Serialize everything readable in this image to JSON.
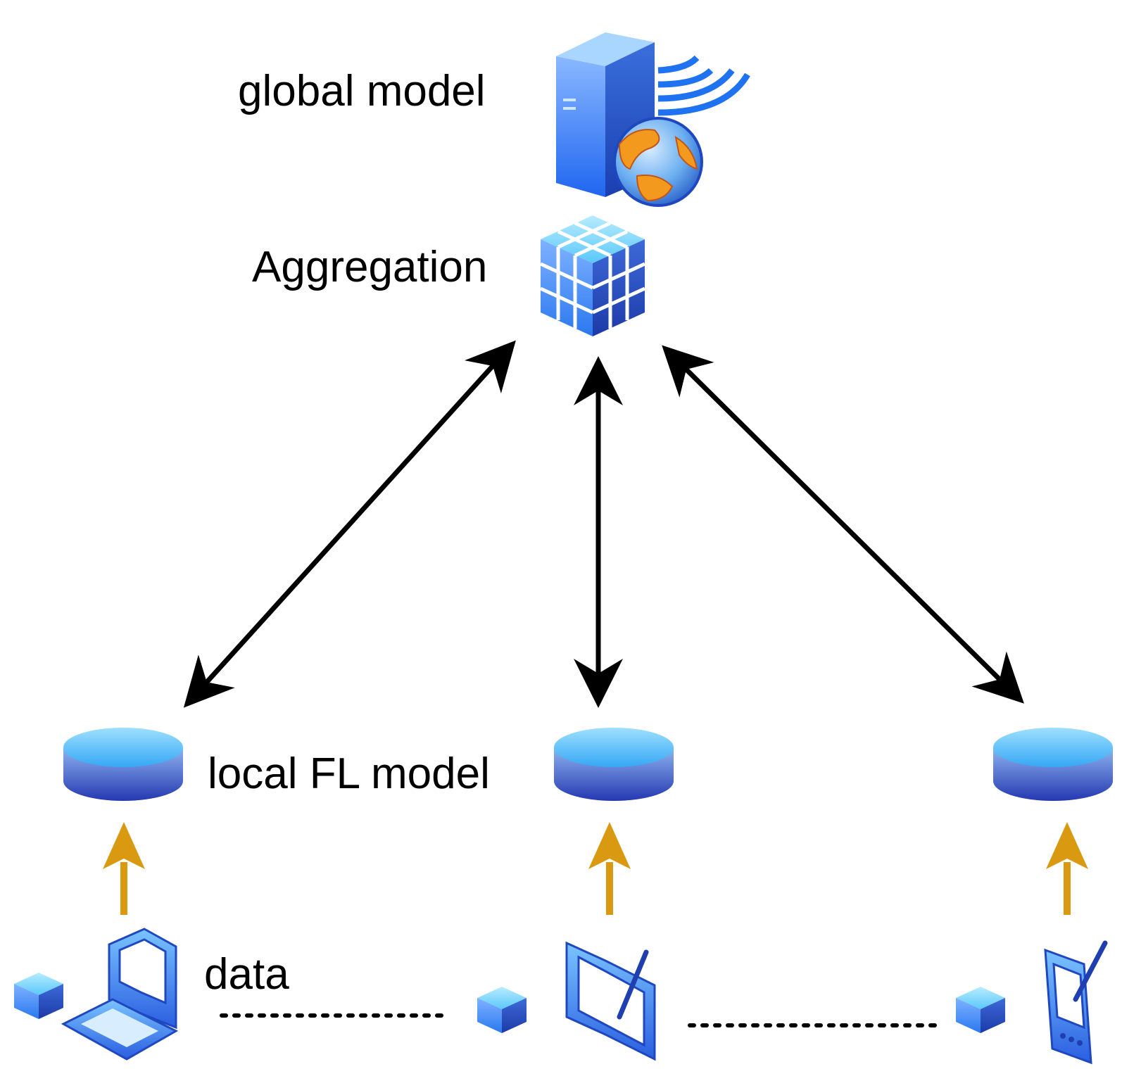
{
  "labels": {
    "global_model": "global model",
    "aggregation": "Aggregation",
    "local_model": "local FL model",
    "data": "data"
  },
  "colors": {
    "icon_blue_light": "#5ac8fa",
    "icon_blue_dark": "#1f3fb0",
    "icon_blue_mid": "#2a78f0",
    "data_arrow": "#d99a12",
    "sync_arrow": "#000000",
    "globe_orange": "#f39a1e"
  },
  "icons": [
    "server-icon",
    "globe-icon",
    "wireless-icon",
    "aggregation-cube-icon",
    "database-icon",
    "data-cube-icon",
    "laptop-icon",
    "tablet-icon",
    "pda-icon"
  ]
}
